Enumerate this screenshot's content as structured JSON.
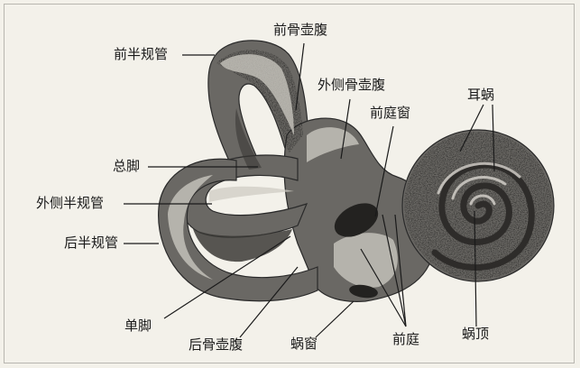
{
  "labels": {
    "anterior_canal": "前半规管",
    "anterior_ampulla": "前骨壶腹",
    "lateral_ampulla": "外侧骨壶腹",
    "oval_window": "前庭窗",
    "cochlea": "耳蜗",
    "common_crus": "总脚",
    "lateral_canal": "外侧半规管",
    "posterior_canal": "后半规管",
    "simple_crus": "单脚",
    "posterior_ampulla": "后骨壶腹",
    "round_window": "蜗窗",
    "vestibule": "前庭",
    "cochlear_apex": "蜗顶"
  }
}
